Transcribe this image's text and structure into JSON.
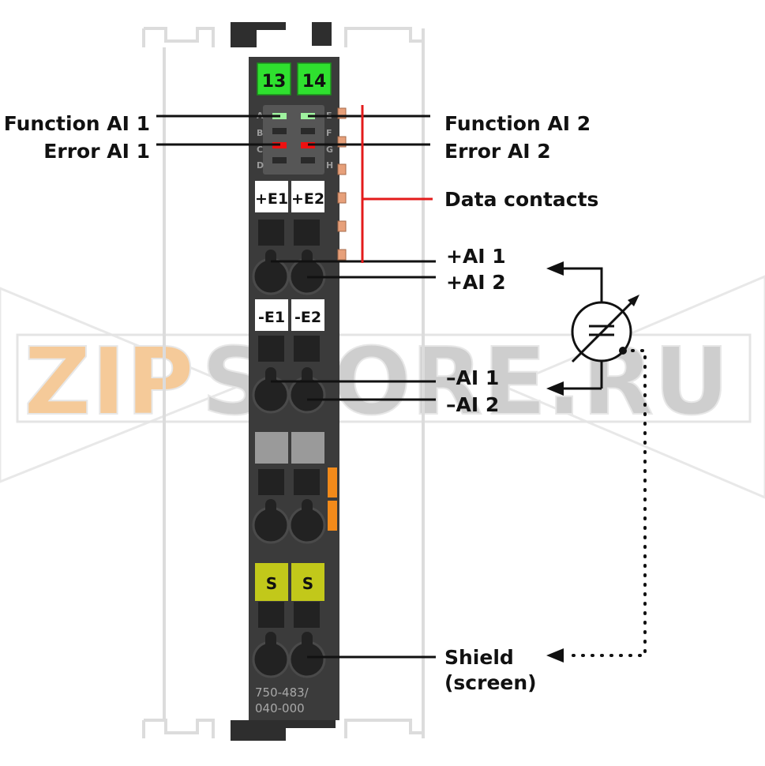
{
  "module": {
    "channel_numbers": [
      "13",
      "14"
    ],
    "led_rows_left": [
      "A",
      "B",
      "C",
      "D"
    ],
    "led_rows_right": [
      "E",
      "F",
      "G",
      "H"
    ],
    "plus_terminals": [
      "+E1",
      "+E2"
    ],
    "minus_terminals": [
      "-E1",
      "-E2"
    ],
    "shield_terminals": [
      "S",
      "S"
    ],
    "article_number_line1": "750-483/",
    "article_number_line2": "040-000"
  },
  "labels": {
    "function_ai1": "Function AI 1",
    "error_ai1": "Error AI 1",
    "function_ai2": "Function AI 2",
    "error_ai2": "Error AI 2",
    "data_contacts": "Data contacts",
    "plus_ai1": "+AI 1",
    "plus_ai2": "+AI 2",
    "minus_ai1": "–AI 1",
    "minus_ai2": "–AI 2",
    "shield_line1": "Shield",
    "shield_line2": "(screen)"
  },
  "watermark": {
    "text_part1": "ZIP",
    "text_part2": "STORE.RU"
  },
  "colors": {
    "module_body": "#3b3b3b",
    "channel_green": "#2fe02f",
    "led_function": "#9ff29f",
    "led_error": "#ee1111",
    "data_contact": "#e7a07a",
    "data_line": "#e31b1b",
    "shield_yellow": "#c2c81a",
    "orange_marker": "#f28a1a",
    "watermark_orange": "#f5c58f",
    "watermark_gray": "#c8c8c8"
  }
}
